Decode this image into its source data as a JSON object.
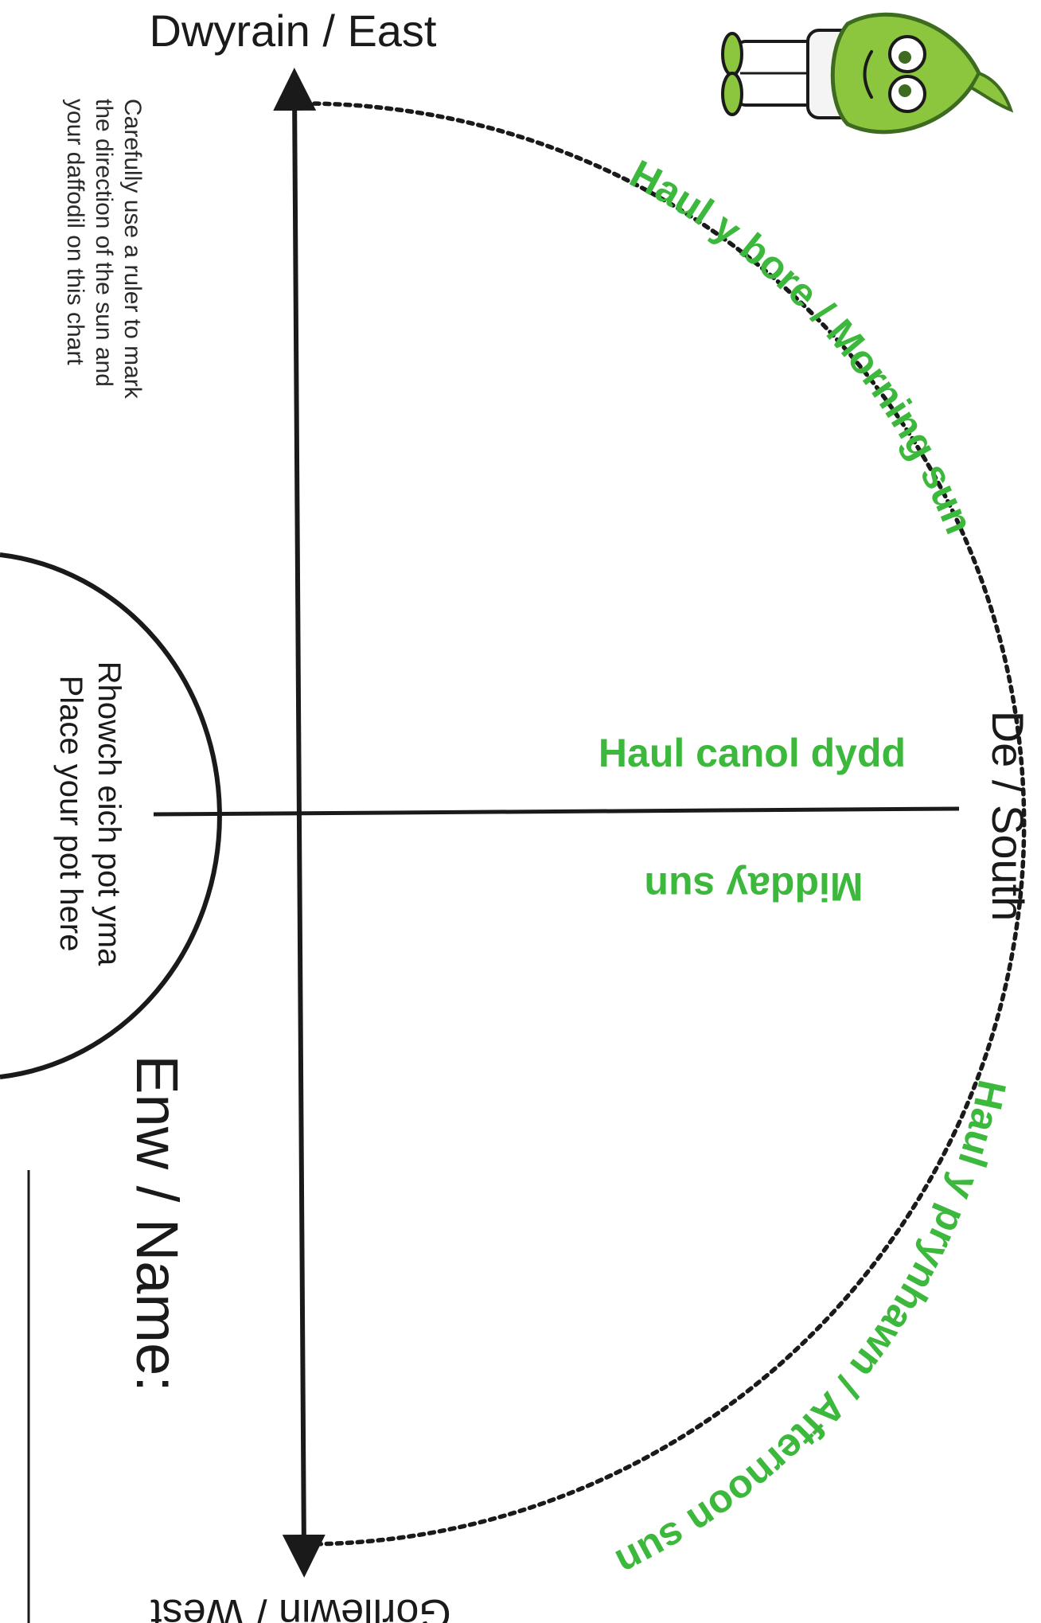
{
  "labels": {
    "east": "Dwyrain / East",
    "west": "Gorllewin / West",
    "south": "De / South",
    "morning_sun": "Haul y bore / Morning sun",
    "midday_sun_welsh": "Haul canol dydd",
    "midday_sun_english": "Midday sun",
    "afternoon_sun": "Haul y prynhawn / Afternoon sun",
    "name_field": "Enw / Name:",
    "pot_welsh": "Rhowch eich pot yma",
    "pot_english": "Place your pot here",
    "instructions": [
      "Carefully use a ruler to mark",
      "the direction of the sun and",
      "your daffodil on this chart"
    ]
  },
  "colors": {
    "ink": "#1a1a1a",
    "sun_green": "#3cb83c",
    "mascot_green": "#8cc63f",
    "mascot_dark": "#3d6b1f"
  },
  "icons": {
    "mascot": "daffodil-bulb-mascot-icon"
  }
}
